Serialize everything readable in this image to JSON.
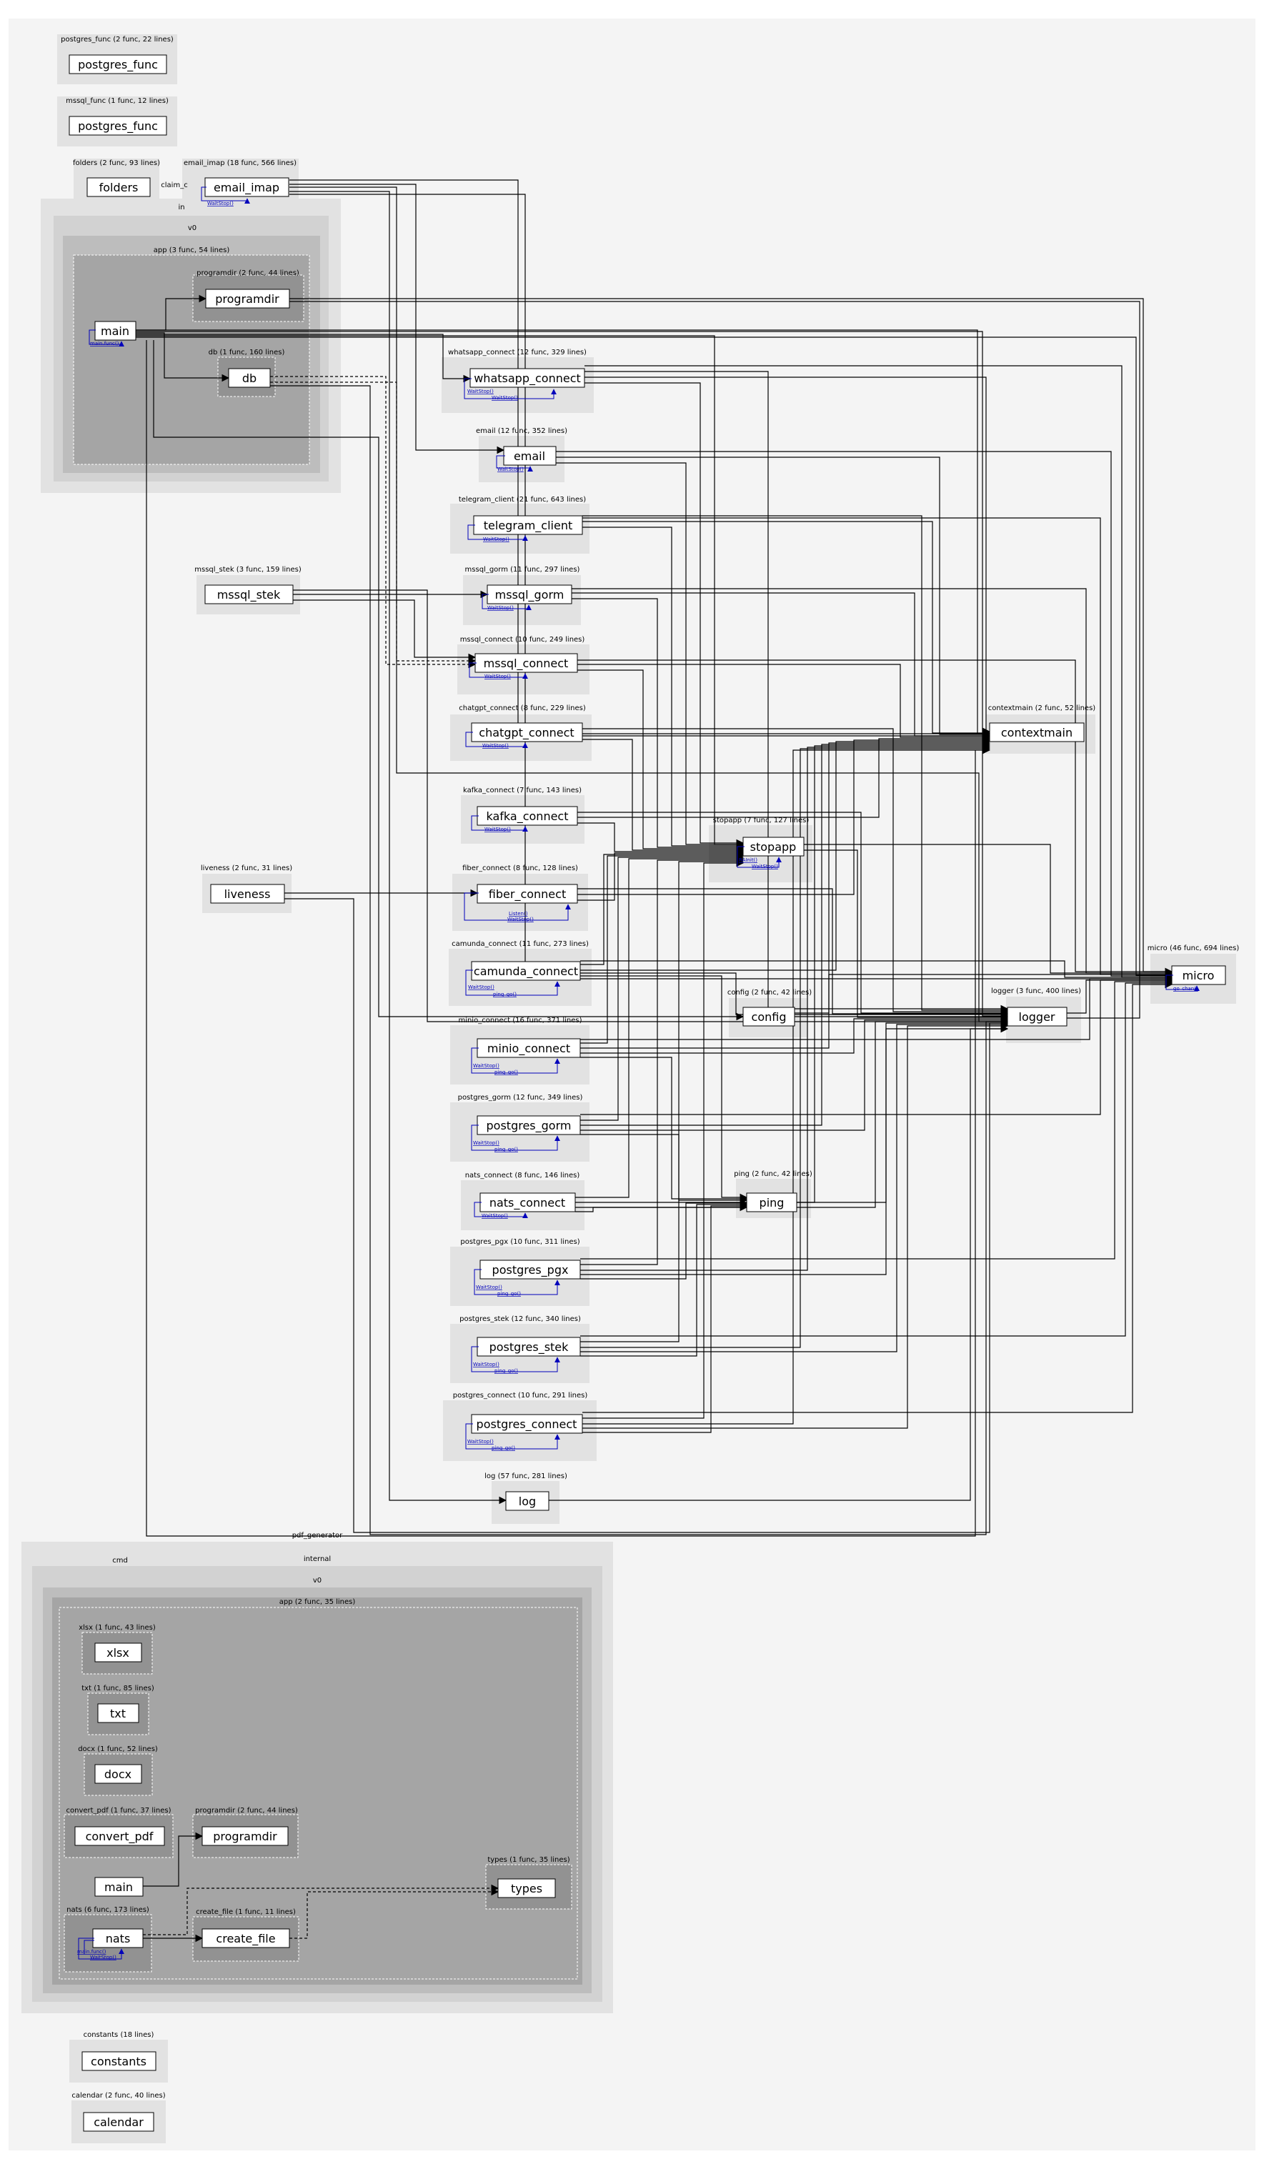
{
  "header": {
    "text": ""
  },
  "clusters": {
    "postgres_func_top": "postgres_func (2 func, 22 lines)",
    "mssql_func": "mssql_func (1 func, 12 lines)",
    "folders": "folders (2 func, 93 lines)",
    "claim": "claim_c",
    "email_imap": "email_imap (18 func, 566 lines)",
    "internal_top": "in",
    "v0_top": "v0",
    "app_top": "app (3 func, 54 lines)",
    "programdir_top": "programdir (2 func, 44 lines)",
    "db": "db (1 func, 160 lines)",
    "whatsapp_connect": "whatsapp_connect (12 func, 329 lines)",
    "email": "email (12 func, 352 lines)",
    "telegram_client": "telegram_client (21 func, 643 lines)",
    "mssql_stek": "mssql_stek (3 func, 159 lines)",
    "mssql_gorm": "mssql_gorm (11 func, 297 lines)",
    "mssql_connect": "mssql_connect (10 func, 249 lines)",
    "chatgpt_connect": "chatgpt_connect (8 func, 229 lines)",
    "contextmain": "contextmain (2 func, 52 lines)",
    "kafka_connect": "kafka_connect (7 func, 143 lines)",
    "stopapp": "stopapp (7 func, 127 lines)",
    "liveness": "liveness (2 func, 31 lines)",
    "fiber_connect": "fiber_connect (8 func, 128 lines)",
    "camunda_connect": "camunda_connect (11 func, 273 lines)",
    "config": "config (2 func, 42 lines)",
    "micro": "micro (46 func, 694 lines)",
    "logger": "logger (3 func, 400 lines)",
    "minio_connect": "minio_connect (16 func, 371 lines)",
    "postgres_gorm": "postgres_gorm (12 func, 349 lines)",
    "nats_connect": "nats_connect (8 func, 146 lines)",
    "ping": "ping (2 func, 42 lines)",
    "postgres_pgx": "postgres_pgx (10 func, 311 lines)",
    "postgres_stek": "postgres_stek (12 func, 340 lines)",
    "postgres_connect": "postgres_connect (10 func, 291 lines)",
    "log": "log (57 func, 281 lines)",
    "pdf_generator": "pdf_generator",
    "cmd": "cmd",
    "internal_bottom": "internal",
    "v0_bottom": "v0",
    "app_bottom": "app (2 func, 35 lines)",
    "xlsx": "xlsx (1 func, 43 lines)",
    "txt": "txt (1 func, 85 lines)",
    "docx": "docx (1 func, 52 lines)",
    "convert_pdf": "convert_pdf (1 func, 37 lines)",
    "programdir_bottom": "programdir (2 func, 44 lines)",
    "types": "types (1 func, 35 lines)",
    "nats": "nats (6 func, 173 lines)",
    "create_file": "create_file (1 func, 11 lines)",
    "constants": "constants (18 lines)",
    "calendar": "calendar (2 func, 40 lines)"
  },
  "nodes": {
    "postgres_func_top": "postgres_func",
    "mssql_func": "postgres_func",
    "folders": "folders",
    "email_imap": "email_imap",
    "programdir_top": "programdir",
    "main_top": "main",
    "db": "db",
    "whatsapp_connect": "whatsapp_connect",
    "email": "email",
    "telegram_client": "telegram_client",
    "mssql_stek": "mssql_stek",
    "mssql_gorm": "mssql_gorm",
    "mssql_connect": "mssql_connect",
    "chatgpt_connect": "chatgpt_connect",
    "contextmain": "contextmain",
    "kafka_connect": "kafka_connect",
    "stopapp": "stopapp",
    "liveness": "liveness",
    "fiber_connect": "fiber_connect",
    "camunda_connect": "camunda_connect",
    "config": "config",
    "micro": "micro",
    "logger": "logger",
    "minio_connect": "minio_connect",
    "postgres_gorm": "postgres_gorm",
    "nats_connect": "nats_connect",
    "ping": "ping",
    "postgres_pgx": "postgres_pgx",
    "postgres_stek": "postgres_stek",
    "postgres_connect": "postgres_connect",
    "log": "log",
    "xlsx": "xlsx",
    "txt": "txt",
    "docx": "docx",
    "convert_pdf": "convert_pdf",
    "programdir_bottom": "programdir",
    "main_bottom": "main",
    "types": "types",
    "nats": "nats",
    "create_file": "create_file",
    "constants": "constants",
    "calendar": "calendar"
  },
  "methods": {
    "email_imap": "WaitStop()",
    "main_top": "main.func()",
    "whatsapp_connect_1": "WaitStop()",
    "whatsapp_connect_2": "WaitStop()",
    "email": "WaitStop()",
    "telegram_client": "WaitStop()",
    "mssql_gorm": "WaitStop()",
    "mssql_connect": "WaitStop()",
    "chatgpt_connect": "WaitStop()",
    "kafka_connect": "WaitStop()",
    "stopapp_1": "RAInit()",
    "stopapp_2": "WaitStop()",
    "fiber_connect_1": "Listen()",
    "fiber_connect_2": "WaitStop()",
    "camunda_connect_1": "WaitStop()",
    "camunda_connect_2": "ping_go()",
    "micro": "go_chan()",
    "minio_connect_1": "WaitStop()",
    "minio_connect_2": "ping_go()",
    "postgres_gorm_1": "WaitStop()",
    "postgres_gorm_2": "ping_go()",
    "nats_connect": "WaitStop()",
    "postgres_pgx_1": "WaitStop()",
    "postgres_pgx_2": "ping_go()",
    "postgres_stek_1": "WaitStop()",
    "postgres_stek_2": "ping_go()",
    "postgres_connect_1": "WaitStop()",
    "postgres_connect_2": "ping_go()",
    "nats_1": "main.func()",
    "nats_2": "WaitStop()"
  },
  "colors": {
    "page": "#f4f4f4",
    "cluster_light": "#e2e2e2",
    "cluster_mid": "#d2d2d2",
    "cluster_dark": "#bdbdbd",
    "cluster_darker": "#a5a5a5",
    "cluster_darkest": "#929292",
    "node_fill": "#ffffff",
    "edge": "#000000",
    "method": "#0000bb"
  }
}
